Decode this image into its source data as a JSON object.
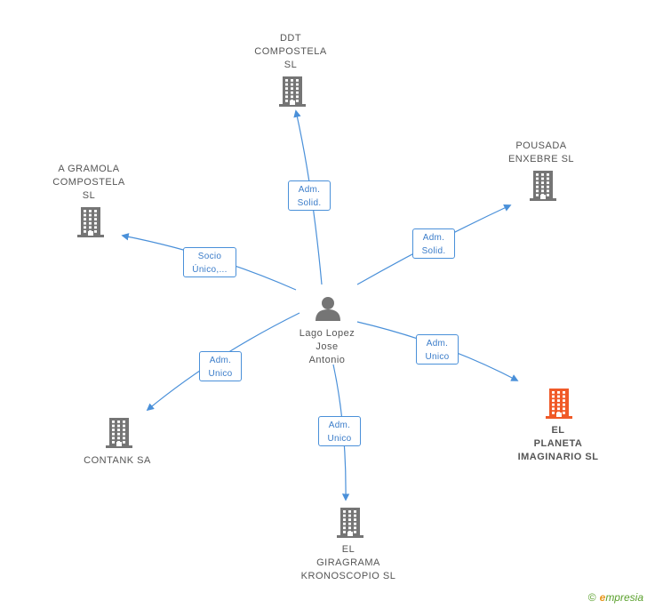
{
  "center": {
    "name": "Lago Lopez\nJose\nAntonio",
    "icon": "person-icon"
  },
  "nodes": [
    {
      "id": "ddt",
      "label": "DDT\nCOMPOSTELA\nSL",
      "icon": "building-icon",
      "color": "#757575"
    },
    {
      "id": "gramola",
      "label": "A GRAMOLA\nCOMPOSTELA\nSL",
      "icon": "building-icon",
      "color": "#757575"
    },
    {
      "id": "pousada",
      "label": "POUSADA\nENXEBRE SL",
      "icon": "building-icon",
      "color": "#757575"
    },
    {
      "id": "contank",
      "label": "CONTANK SA",
      "icon": "building-icon",
      "color": "#757575"
    },
    {
      "id": "giragrama",
      "label": "EL\nGIRAGRAMA\nKRONOSCOPIO SL",
      "icon": "building-icon",
      "color": "#757575"
    },
    {
      "id": "planeta",
      "label": "EL\nPLANETA\nIMAGINARIO SL",
      "icon": "building-icon",
      "color": "#f05a28",
      "highlight": true
    }
  ],
  "edges": [
    {
      "to": "ddt",
      "label": "Adm.\nSolid."
    },
    {
      "to": "gramola",
      "label": "Socio\nÚnico,..."
    },
    {
      "to": "pousada",
      "label": "Adm.\nSolid."
    },
    {
      "to": "contank",
      "label": "Adm.\nUnico"
    },
    {
      "to": "giragrama",
      "label": "Adm.\nUnico"
    },
    {
      "to": "planeta",
      "label": "Adm.\nUnico"
    }
  ],
  "colors": {
    "edge": "#4a90d9",
    "building": "#757575",
    "highlight": "#f05a28",
    "person": "#757575"
  },
  "footer": {
    "copyright": "©",
    "brand_first": "e",
    "brand_rest": "mpresia"
  }
}
